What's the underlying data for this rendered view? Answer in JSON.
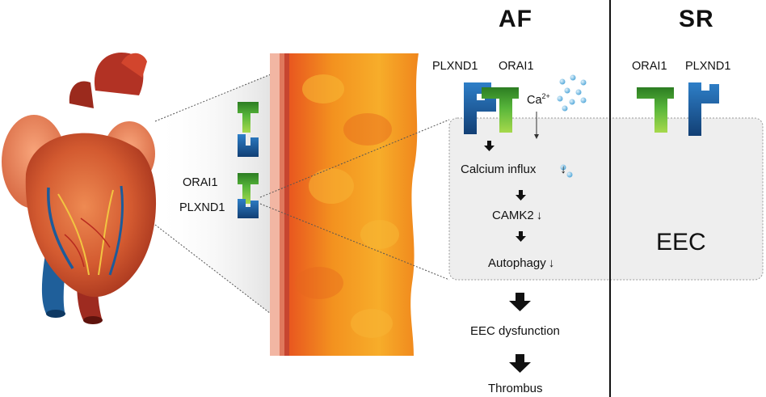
{
  "headers": {
    "af": "AF",
    "sr": "SR"
  },
  "wall_labels": {
    "orai1": "ORAI1",
    "plxnd1": "PLXND1"
  },
  "af_labels": {
    "plxnd1": "PLXND1",
    "orai1": "ORAI1",
    "ion_base": "Ca",
    "ion_charge": "2+"
  },
  "sr_labels": {
    "orai1": "ORAI1",
    "plxnd1": "PLXND1"
  },
  "cell_label": "EEC",
  "cascade": {
    "calcium_influx": "Calcium influx",
    "camk2": "CAMK2",
    "autophagy": "Autophagy",
    "down_arrow": "↓",
    "eec_dysfunction": "EEC dysfunction",
    "thrombus": "Thrombus"
  },
  "colors": {
    "plxnd1_blue": "#1a5fa3",
    "orai1_green": "#3f9a2c",
    "cell_fill": "#eeeeee",
    "tissue_orange": "#f08a24",
    "heart_red": "#c94a2c"
  }
}
